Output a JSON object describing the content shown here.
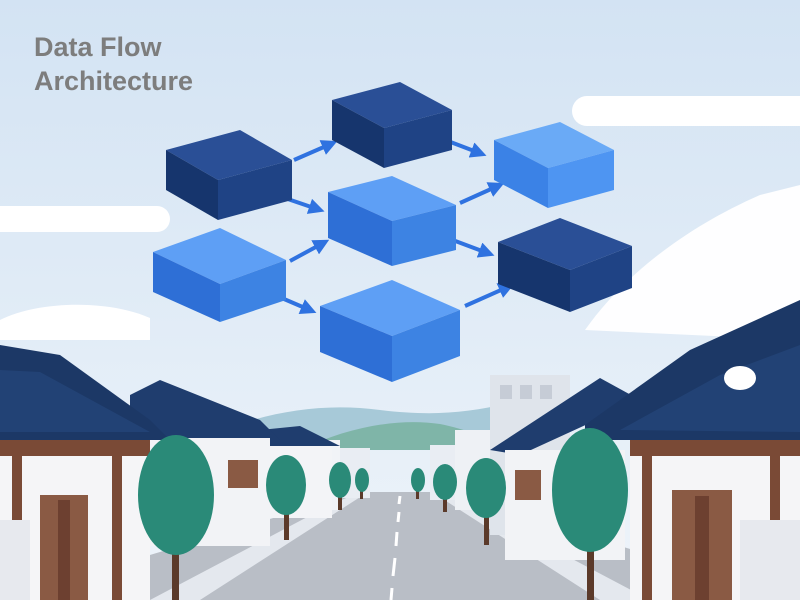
{
  "title": {
    "line1": "Data Flow",
    "line2": "Architecture"
  },
  "diagram": {
    "node_count": 7,
    "edge_count": 8,
    "nodes": [
      {
        "id": "node-1",
        "shade": "dark"
      },
      {
        "id": "node-2",
        "shade": "dark"
      },
      {
        "id": "node-3",
        "shade": "light"
      },
      {
        "id": "node-4",
        "shade": "mid"
      },
      {
        "id": "node-5",
        "shade": "mid"
      },
      {
        "id": "node-6",
        "shade": "dark"
      },
      {
        "id": "node-7",
        "shade": "mid"
      }
    ],
    "edges": [
      {
        "from": "node-1",
        "to": "node-2"
      },
      {
        "from": "node-2",
        "to": "node-3"
      },
      {
        "from": "node-1",
        "to": "node-4"
      },
      {
        "from": "node-4",
        "to": "node-3"
      },
      {
        "from": "node-5",
        "to": "node-4"
      },
      {
        "from": "node-4",
        "to": "node-6"
      },
      {
        "from": "node-5",
        "to": "node-7"
      },
      {
        "from": "node-7",
        "to": "node-6"
      }
    ]
  },
  "colors": {
    "sky": "#dde9f5",
    "block_dark": "#1a3d7c",
    "block_mid": "#3d83e3",
    "block_light": "#4a93f0",
    "arrow": "#2f72e0",
    "roof": "#1f3d6e",
    "tree": "#2a8a78",
    "road": "#b9bec6",
    "title": "#7d7d7d"
  }
}
